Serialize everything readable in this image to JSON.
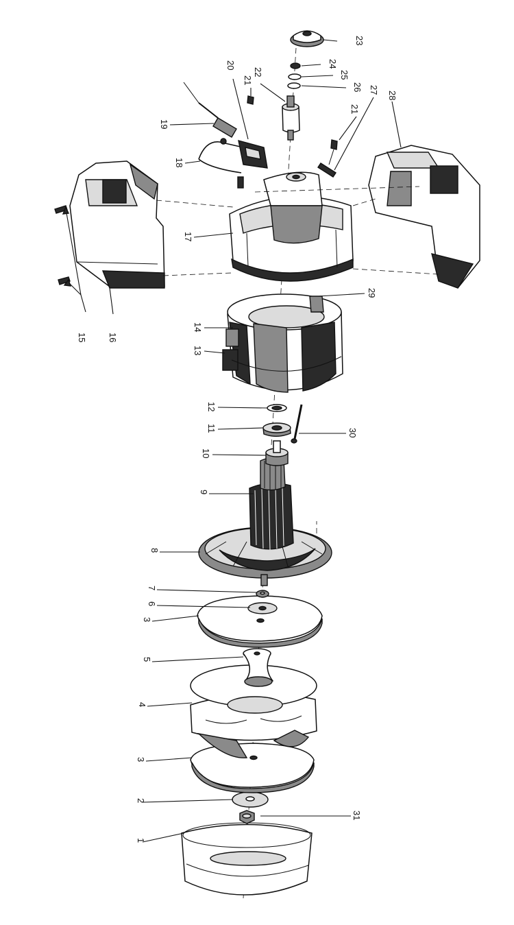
{
  "callouts": [
    {
      "id": "c1",
      "text": "1"
    },
    {
      "id": "c2",
      "text": "2"
    },
    {
      "id": "c3a",
      "text": "3"
    },
    {
      "id": "c4",
      "text": "4"
    },
    {
      "id": "c5",
      "text": "5"
    },
    {
      "id": "c3b",
      "text": "3"
    },
    {
      "id": "c6",
      "text": "6"
    },
    {
      "id": "c7",
      "text": "7"
    },
    {
      "id": "c8",
      "text": "8"
    },
    {
      "id": "c9",
      "text": "9"
    },
    {
      "id": "c10",
      "text": "10"
    },
    {
      "id": "c11",
      "text": "11"
    },
    {
      "id": "c12",
      "text": "12"
    },
    {
      "id": "c13",
      "text": "13"
    },
    {
      "id": "c14",
      "text": "14"
    },
    {
      "id": "c15",
      "text": "15"
    },
    {
      "id": "c16",
      "text": "16"
    },
    {
      "id": "c17",
      "text": "17"
    },
    {
      "id": "c18",
      "text": "18"
    },
    {
      "id": "c19",
      "text": "19"
    },
    {
      "id": "c20",
      "text": "20"
    },
    {
      "id": "c21a",
      "text": "21"
    },
    {
      "id": "c22",
      "text": "22"
    },
    {
      "id": "c23",
      "text": "23"
    },
    {
      "id": "c24",
      "text": "24"
    },
    {
      "id": "c25",
      "text": "25"
    },
    {
      "id": "c26",
      "text": "26"
    },
    {
      "id": "c21b",
      "text": "21"
    },
    {
      "id": "c27",
      "text": "27"
    },
    {
      "id": "c28",
      "text": "28"
    },
    {
      "id": "c29",
      "text": "29"
    },
    {
      "id": "c30",
      "text": "30"
    },
    {
      "id": "c31",
      "text": "31"
    }
  ]
}
